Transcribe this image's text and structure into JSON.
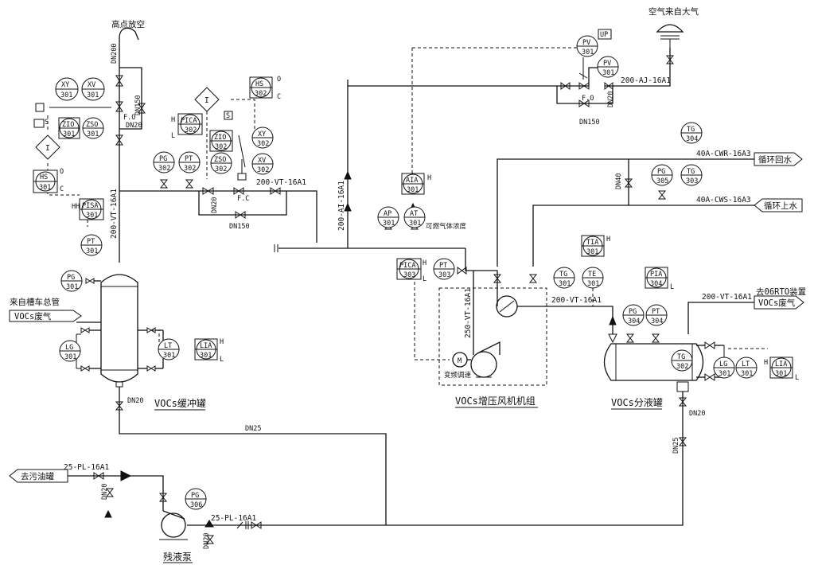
{
  "top_labels": {
    "vent_high": "高点放空",
    "air_inlet": "空气来自大气"
  },
  "lines": {
    "vt200_left": "200-VT-16A1",
    "vt200_mid": "200-VT-16A1",
    "ai200": "200-AI-16A1",
    "aj200": "200-AJ-16A1",
    "vt250": "250-VT-16A1",
    "vt200_fan": "200-VT-16A1",
    "vt200_out": "200-VT-16A1",
    "cwr": "40A-CWR-16A3",
    "cws": "40A-CWS-16A3",
    "pl25_left": "25-PL-16A1",
    "pl25_right": "25-PL-16A1"
  },
  "sizes": {
    "dn200": "DN200",
    "dn20_a": "DN20",
    "dn150_a": "DN150",
    "dn20_b": "DN20",
    "dn150_b": "DN150",
    "dn20_c": "DN20",
    "dn150_c": "DN150",
    "dn40": "DN40",
    "dn20_d": "DN20",
    "dn25_a": "DN25",
    "dn20_e": "DN20",
    "dn25_b": "DN25",
    "dn20_f": "DN20",
    "dn20_g": "DN20"
  },
  "instruments": {
    "xy301": {
      "tag": "XY",
      "num": "301"
    },
    "xv301": {
      "tag": "XV",
      "num": "301"
    },
    "zio301": {
      "tag": "ZIO",
      "num": "301"
    },
    "zso301": {
      "tag": "ZSO",
      "num": "301"
    },
    "hs301": {
      "tag": "HS",
      "num": "301"
    },
    "pisa301": {
      "tag": "PISA",
      "num": "301"
    },
    "pt301": {
      "tag": "PT",
      "num": "301"
    },
    "pg301": {
      "tag": "PG",
      "num": "301"
    },
    "lg301": {
      "tag": "LG",
      "num": "301"
    },
    "lt301": {
      "tag": "LT",
      "num": "301"
    },
    "lia301": {
      "tag": "LIA",
      "num": "301"
    },
    "pica302": {
      "tag": "PICA",
      "num": "302"
    },
    "pg302": {
      "tag": "PG",
      "num": "302"
    },
    "pt302": {
      "tag": "PT",
      "num": "302"
    },
    "zio302": {
      "tag": "ZIO",
      "num": "302"
    },
    "zso302": {
      "tag": "ZSO",
      "num": "302"
    },
    "xy302": {
      "tag": "XY",
      "num": "302"
    },
    "xv302": {
      "tag": "XV",
      "num": "302"
    },
    "hs302": {
      "tag": "HS",
      "num": "302"
    },
    "pv301_top": {
      "tag": "PV",
      "num": "301"
    },
    "pv301": {
      "tag": "PV",
      "num": "301"
    },
    "aia301": {
      "tag": "AIA",
      "num": "301"
    },
    "ap301": {
      "tag": "AP",
      "num": "301"
    },
    "at301": {
      "tag": "AT",
      "num": "301"
    },
    "pica303": {
      "tag": "PICA",
      "num": "303"
    },
    "pt303": {
      "tag": "PT",
      "num": "303"
    },
    "tg301": {
      "tag": "TG",
      "num": "301"
    },
    "tia301": {
      "tag": "TIA",
      "num": "301"
    },
    "te301": {
      "tag": "TE",
      "num": "301"
    },
    "tg304": {
      "tag": "TG",
      "num": "304"
    },
    "pg305": {
      "tag": "PG",
      "num": "305"
    },
    "tg303": {
      "tag": "TG",
      "num": "303"
    },
    "pia304": {
      "tag": "PIA",
      "num": "304"
    },
    "pg304": {
      "tag": "PG",
      "num": "304"
    },
    "pt304": {
      "tag": "PT",
      "num": "304"
    },
    "tg302": {
      "tag": "TG",
      "num": "302"
    },
    "lg301b": {
      "tag": "LG",
      "num": "301"
    },
    "lt301b": {
      "tag": "LT",
      "num": "301"
    },
    "lia301b": {
      "tag": "LIA",
      "num": "301"
    },
    "pg306": {
      "tag": "PG",
      "num": "306"
    }
  },
  "flags": {
    "h": "H",
    "l": "L",
    "hh": "HH",
    "o": "O",
    "c": "C",
    "fo": "F.O",
    "fc": "F.C",
    "s": "S",
    "m": "M",
    "up": "UP"
  },
  "equipment": {
    "buffer_tank": "VOCs缓冲罐",
    "fan_unit": "VOCs增压风机机组",
    "splitter": "VOCs分液罐",
    "pump": "残液泵",
    "variable_speed": "变频调速"
  },
  "streams": {
    "from_tanker": "来自槽车总管",
    "vocs_in": "VOCs废气",
    "to_rto": "去06RTO装置",
    "vocs_out": "VOCs废气",
    "cw_return": "循环回水",
    "cw_supply": "循环上水",
    "to_oil_tank": "去污油罐",
    "flammable_conc": "可燃气体浓度"
  }
}
